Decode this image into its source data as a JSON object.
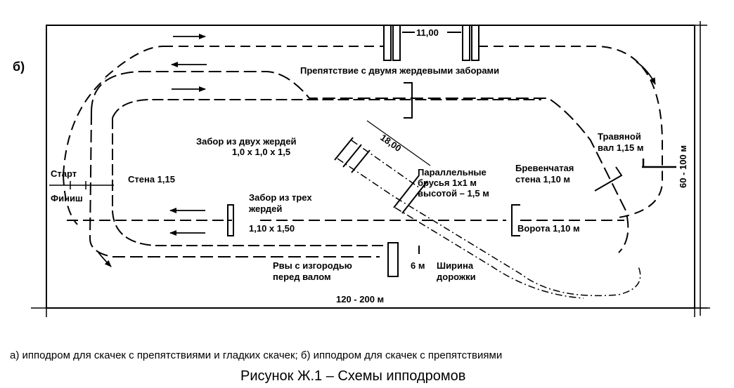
{
  "diagram": {
    "part_label": "б)",
    "labels": {
      "double_rail": "Препятствие с двумя жердевыми заборами",
      "distance_11": "11,00",
      "two_rail_fence_1": "Забор из двух жердей",
      "two_rail_fence_2": "1,0 х 1,0 х 1,5",
      "distance_18": "18,00",
      "start": "Старт",
      "finish": "Финиш",
      "wall": "Стена 1,15",
      "parallel_1": "Параллельные",
      "parallel_2": "брусья 1х1 м",
      "parallel_3": "высотой – 1,5 м",
      "log_wall_1": "Бревенчатая",
      "log_wall_2": "стена 1,10 м",
      "grass_bank_1": "Травяной",
      "grass_bank_2": "вал 1,15 м",
      "height_dim": "60 - 100 м",
      "three_rail_1": "Забор из трех",
      "three_rail_2": "жердей",
      "three_rail_3": "1,10 х 1,50",
      "gate": "Ворота 1,10 м",
      "ditch_1": "Рвы с изгородью",
      "ditch_2": "перед валом",
      "track_width_value": "6 м",
      "track_width_1": "Ширина",
      "track_width_2": "дорожки",
      "width_dim": "120 - 200 м"
    }
  },
  "caption": "а) ипподром для скачек с препятствиями и гладких скачек; б) ипподром для скачек с препятствиями",
  "figure_title": "Рисунок Ж.1 – Схемы ипподромов"
}
